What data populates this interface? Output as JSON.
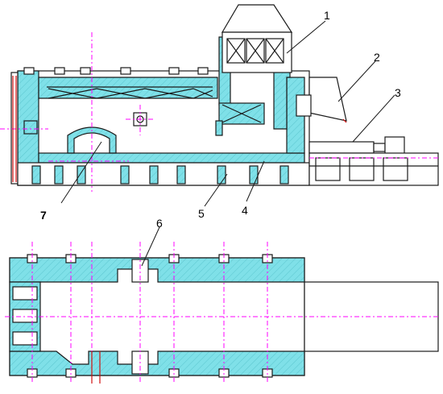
{
  "callouts": [
    {
      "id": "1",
      "text": "1"
    },
    {
      "id": "2",
      "text": "2"
    },
    {
      "id": "3",
      "text": "3"
    },
    {
      "id": "4",
      "text": "4"
    },
    {
      "id": "5",
      "text": "5"
    },
    {
      "id": "6",
      "text": "6"
    },
    {
      "id": "7",
      "text": "7"
    }
  ],
  "colors": {
    "section_fill": "#7fe0e8",
    "outline": "#1a1a1a",
    "centerline": "#ff00ff",
    "marker": "#d01010",
    "background": "#ffffff"
  }
}
